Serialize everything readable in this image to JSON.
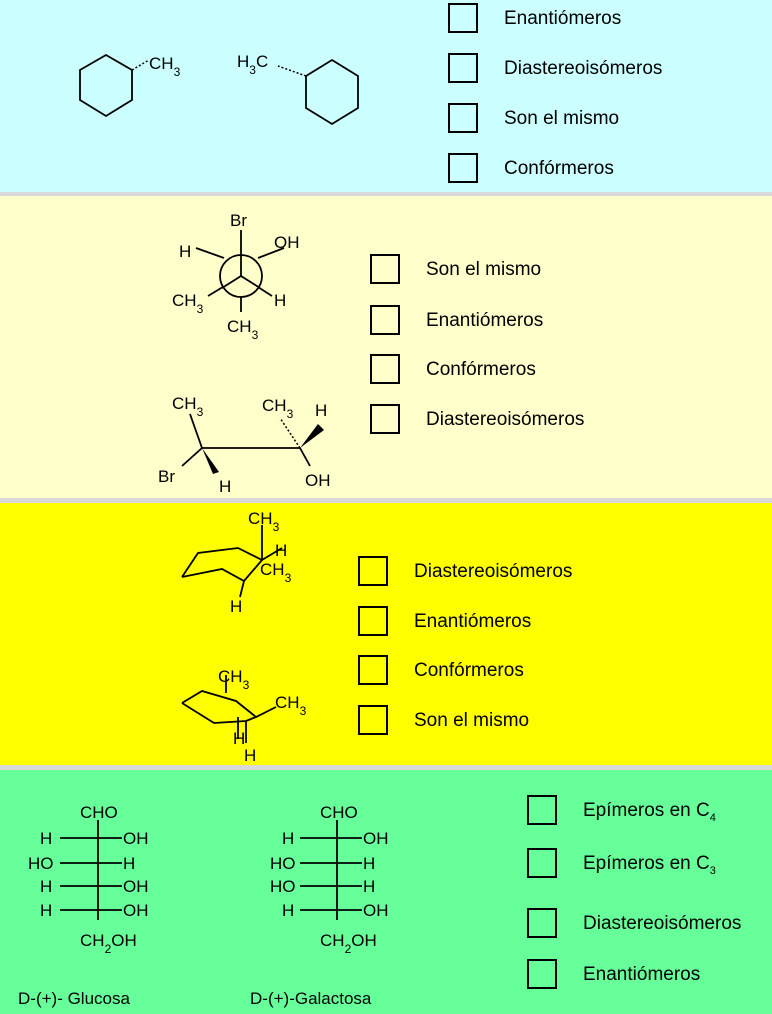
{
  "colors": {
    "panel1_bg": "#ccffff",
    "panel2_bg": "#ffffcc",
    "panel3_bg": "#ffff00",
    "panel4_bg": "#66ff99"
  },
  "q1": {
    "mol_a": {
      "substituent": "CH3"
    },
    "mol_b": {
      "substituent": "H3C"
    },
    "options": [
      "Enantiómeros",
      "Diastereoisómeros",
      "Son el mismo",
      "Confórmeros"
    ]
  },
  "q2": {
    "newman": {
      "front_top": "Br",
      "back_left": "H",
      "back_right": "OH",
      "front_left": "CH3",
      "front_right": "H",
      "front_bottom": "CH3"
    },
    "sawhorse": {
      "c1_top": "CH3",
      "c1_left": "Br",
      "c1_bottom": "H",
      "c2_top": "CH3",
      "c2_right": "H",
      "c2_bottom": "OH"
    },
    "options": [
      "Son el mismo",
      "Enantiómeros",
      "Confórmeros",
      "Diastereoisómeros"
    ]
  },
  "q3": {
    "chair_a": {
      "axial_top": "CH3",
      "eq_right": "H",
      "eq_right2": "CH3",
      "axial_bottom": "H"
    },
    "chair_b": {
      "axial_top": "CH3",
      "eq_right": "CH3",
      "axial_bottom": "H",
      "axial_bottom2": "H"
    },
    "options": [
      "Diastereoisómeros",
      "Enantiómeros",
      "Confórmeros",
      "Son el mismo"
    ]
  },
  "q4": {
    "glucose": {
      "top": "CHO",
      "rows": [
        [
          "H",
          "OH"
        ],
        [
          "HO",
          "H"
        ],
        [
          "H",
          "OH"
        ],
        [
          "H",
          "OH"
        ]
      ],
      "bottom": "CH2OH",
      "name": "D-(+)- Glucosa"
    },
    "galactose": {
      "top": "CHO",
      "rows": [
        [
          "H",
          "OH"
        ],
        [
          "HO",
          "H"
        ],
        [
          "HO",
          "H"
        ],
        [
          "H",
          "OH"
        ]
      ],
      "bottom": "CH2OH",
      "name": "D-(+)-Galactosa"
    },
    "options": [
      {
        "text": "Epímeros en C",
        "sub": "4"
      },
      {
        "text": "Epímeros en C",
        "sub": "3"
      },
      {
        "text": "Diastereoisómeros",
        "sub": ""
      },
      {
        "text": "Enantiómeros",
        "sub": ""
      }
    ]
  }
}
